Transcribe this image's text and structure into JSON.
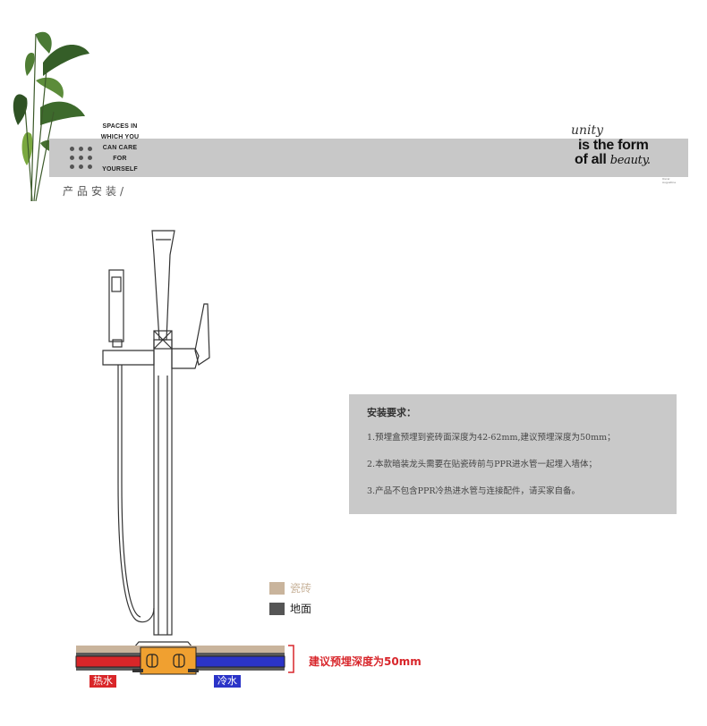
{
  "header": {
    "spaces_lines": [
      "SPACES IN",
      "WHICH YOU",
      "CAN CARE",
      "FOR",
      "YOURSELF"
    ],
    "section_title": "产品安装/",
    "slogan": {
      "line1": "unity",
      "line2": "is the form",
      "line3_a": "of all",
      "line3_b": "beauty.",
      "signature": "Oscar Augustine"
    }
  },
  "requirements": {
    "title": "安装要求：",
    "items": [
      "1.预埋盒预埋到瓷砖面深度为42-62mm,建议预埋深度为50mm；",
      "2.本款暗装龙头需要在贴瓷砖前与PPR进水管一起埋入墙体；",
      "3.产品不包含PPR冷热进水管与连接配件，请买家自备。"
    ]
  },
  "legend": {
    "tile": {
      "label": "瓷砖",
      "color": "#c9b49c"
    },
    "ground": {
      "label": "地面",
      "color": "#555555"
    }
  },
  "diagram": {
    "hot_label": "热水",
    "cold_label": "冷水",
    "depth_label": "建议预埋深度为50mm",
    "colors": {
      "hot": "#d92629",
      "cold": "#2b34c8",
      "box": "#f0a030",
      "tile": "#c9b49c",
      "ground": "#5a5a5a",
      "accent_red": "#d8262b"
    }
  }
}
